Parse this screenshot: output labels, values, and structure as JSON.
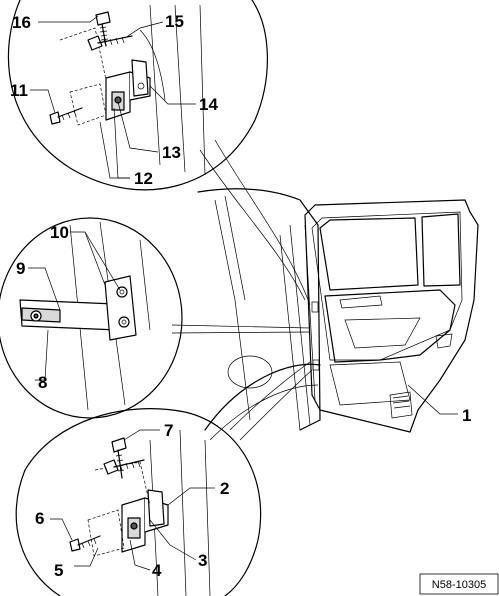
{
  "callouts": {
    "c1": "1",
    "c2": "2",
    "c3": "3",
    "c4": "4",
    "c5": "5",
    "c6": "6",
    "c7": "7",
    "c8": "8",
    "c9": "9",
    "c10": "10",
    "c11": "11",
    "c12": "12",
    "c13": "13",
    "c14": "14",
    "c15": "15",
    "c16": "16"
  },
  "reference": "N58-10305"
}
